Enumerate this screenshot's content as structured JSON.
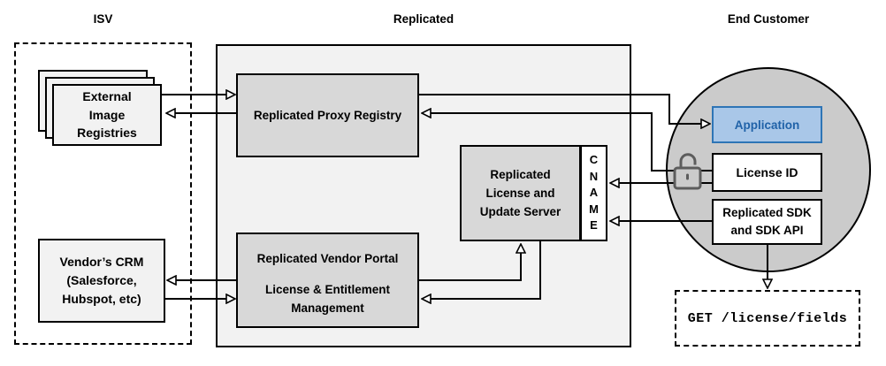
{
  "sections": {
    "isv_label": "ISV",
    "replicated_label": "Replicated",
    "end_customer_label": "End Customer"
  },
  "isv": {
    "external_registries": [
      "External",
      "Image",
      "Registries"
    ],
    "vendor_crm": [
      "Vendor’s CRM",
      "(Salesforce,",
      "Hubspot, etc)"
    ]
  },
  "replicated": {
    "proxy_registry": "Replicated Proxy Registry",
    "vendor_portal_title": "Replicated Vendor Portal",
    "vendor_portal_sub": [
      "License & Entitlement",
      "Management"
    ],
    "license_server": [
      "Replicated",
      "License and",
      "Update Server"
    ],
    "cname_letters": [
      "C",
      "N",
      "A",
      "M",
      "E"
    ]
  },
  "end_customer": {
    "application": "Application",
    "license_id": "License ID",
    "sdk": [
      "Replicated SDK",
      "and SDK API"
    ],
    "api_call": "GET /license/fields"
  },
  "icons": {
    "lock": "unlocked-padlock-icon"
  },
  "colors": {
    "container_fill": "#F2F2F2",
    "inner_box_fill": "#D8D8D8",
    "circle_fill": "#CBCBCB",
    "application_fill": "#A9C7E8",
    "application_border": "#2E75B6",
    "application_text": "#2062A8",
    "line_color": "#000000",
    "lock_color": "#5C5C5C"
  }
}
